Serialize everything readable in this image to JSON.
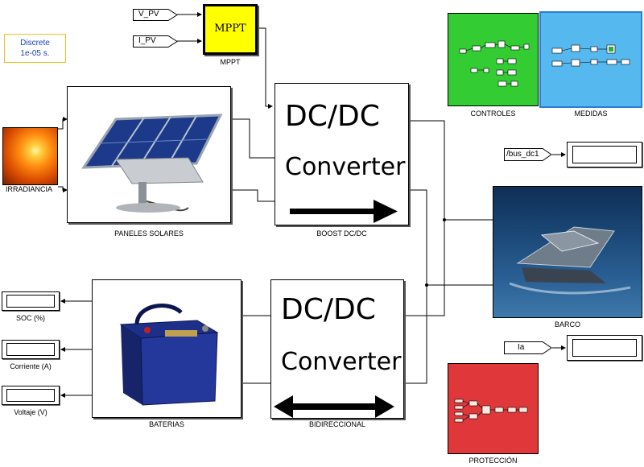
{
  "solver": {
    "line1": "Discrete",
    "line2": "1e-05 s."
  },
  "inports": {
    "vpv": "V_PV",
    "ipv": "I_PV",
    "bus": "/bus_dc1",
    "ia": "Ia"
  },
  "blocks": {
    "mppt": {
      "label": "MPPT",
      "caption": "MPPT"
    },
    "irradiancia": {
      "caption": "IRRADIANCIA"
    },
    "paneles": {
      "caption": "PANELES SOLARES"
    },
    "boost": {
      "line1": "DC/DC",
      "line2": "Converter",
      "caption": "BOOST DC/DC"
    },
    "bidireccional": {
      "line1": "DC/DC",
      "line2": "Converter",
      "caption": "BIDIRECCIONAL"
    },
    "baterias": {
      "caption": "BATERIAS"
    },
    "barco": {
      "caption": "BARCO"
    },
    "controles": {
      "caption": "CONTROLES"
    },
    "medidas": {
      "caption": "MEDIDAS"
    },
    "proteccion": {
      "caption": "PROTECCIÓN"
    }
  },
  "displays": {
    "soc": "SOC (%)",
    "corriente": "Corriente (A)",
    "voltaje": "Voltaje (V)"
  },
  "colors": {
    "mppt": "#ffff00",
    "controles": "#33cc33",
    "medidas": "#55b8ef",
    "proteccion": "#e0383a",
    "solver_text": "#1a3cc8",
    "solver_border": "#f0c020"
  }
}
